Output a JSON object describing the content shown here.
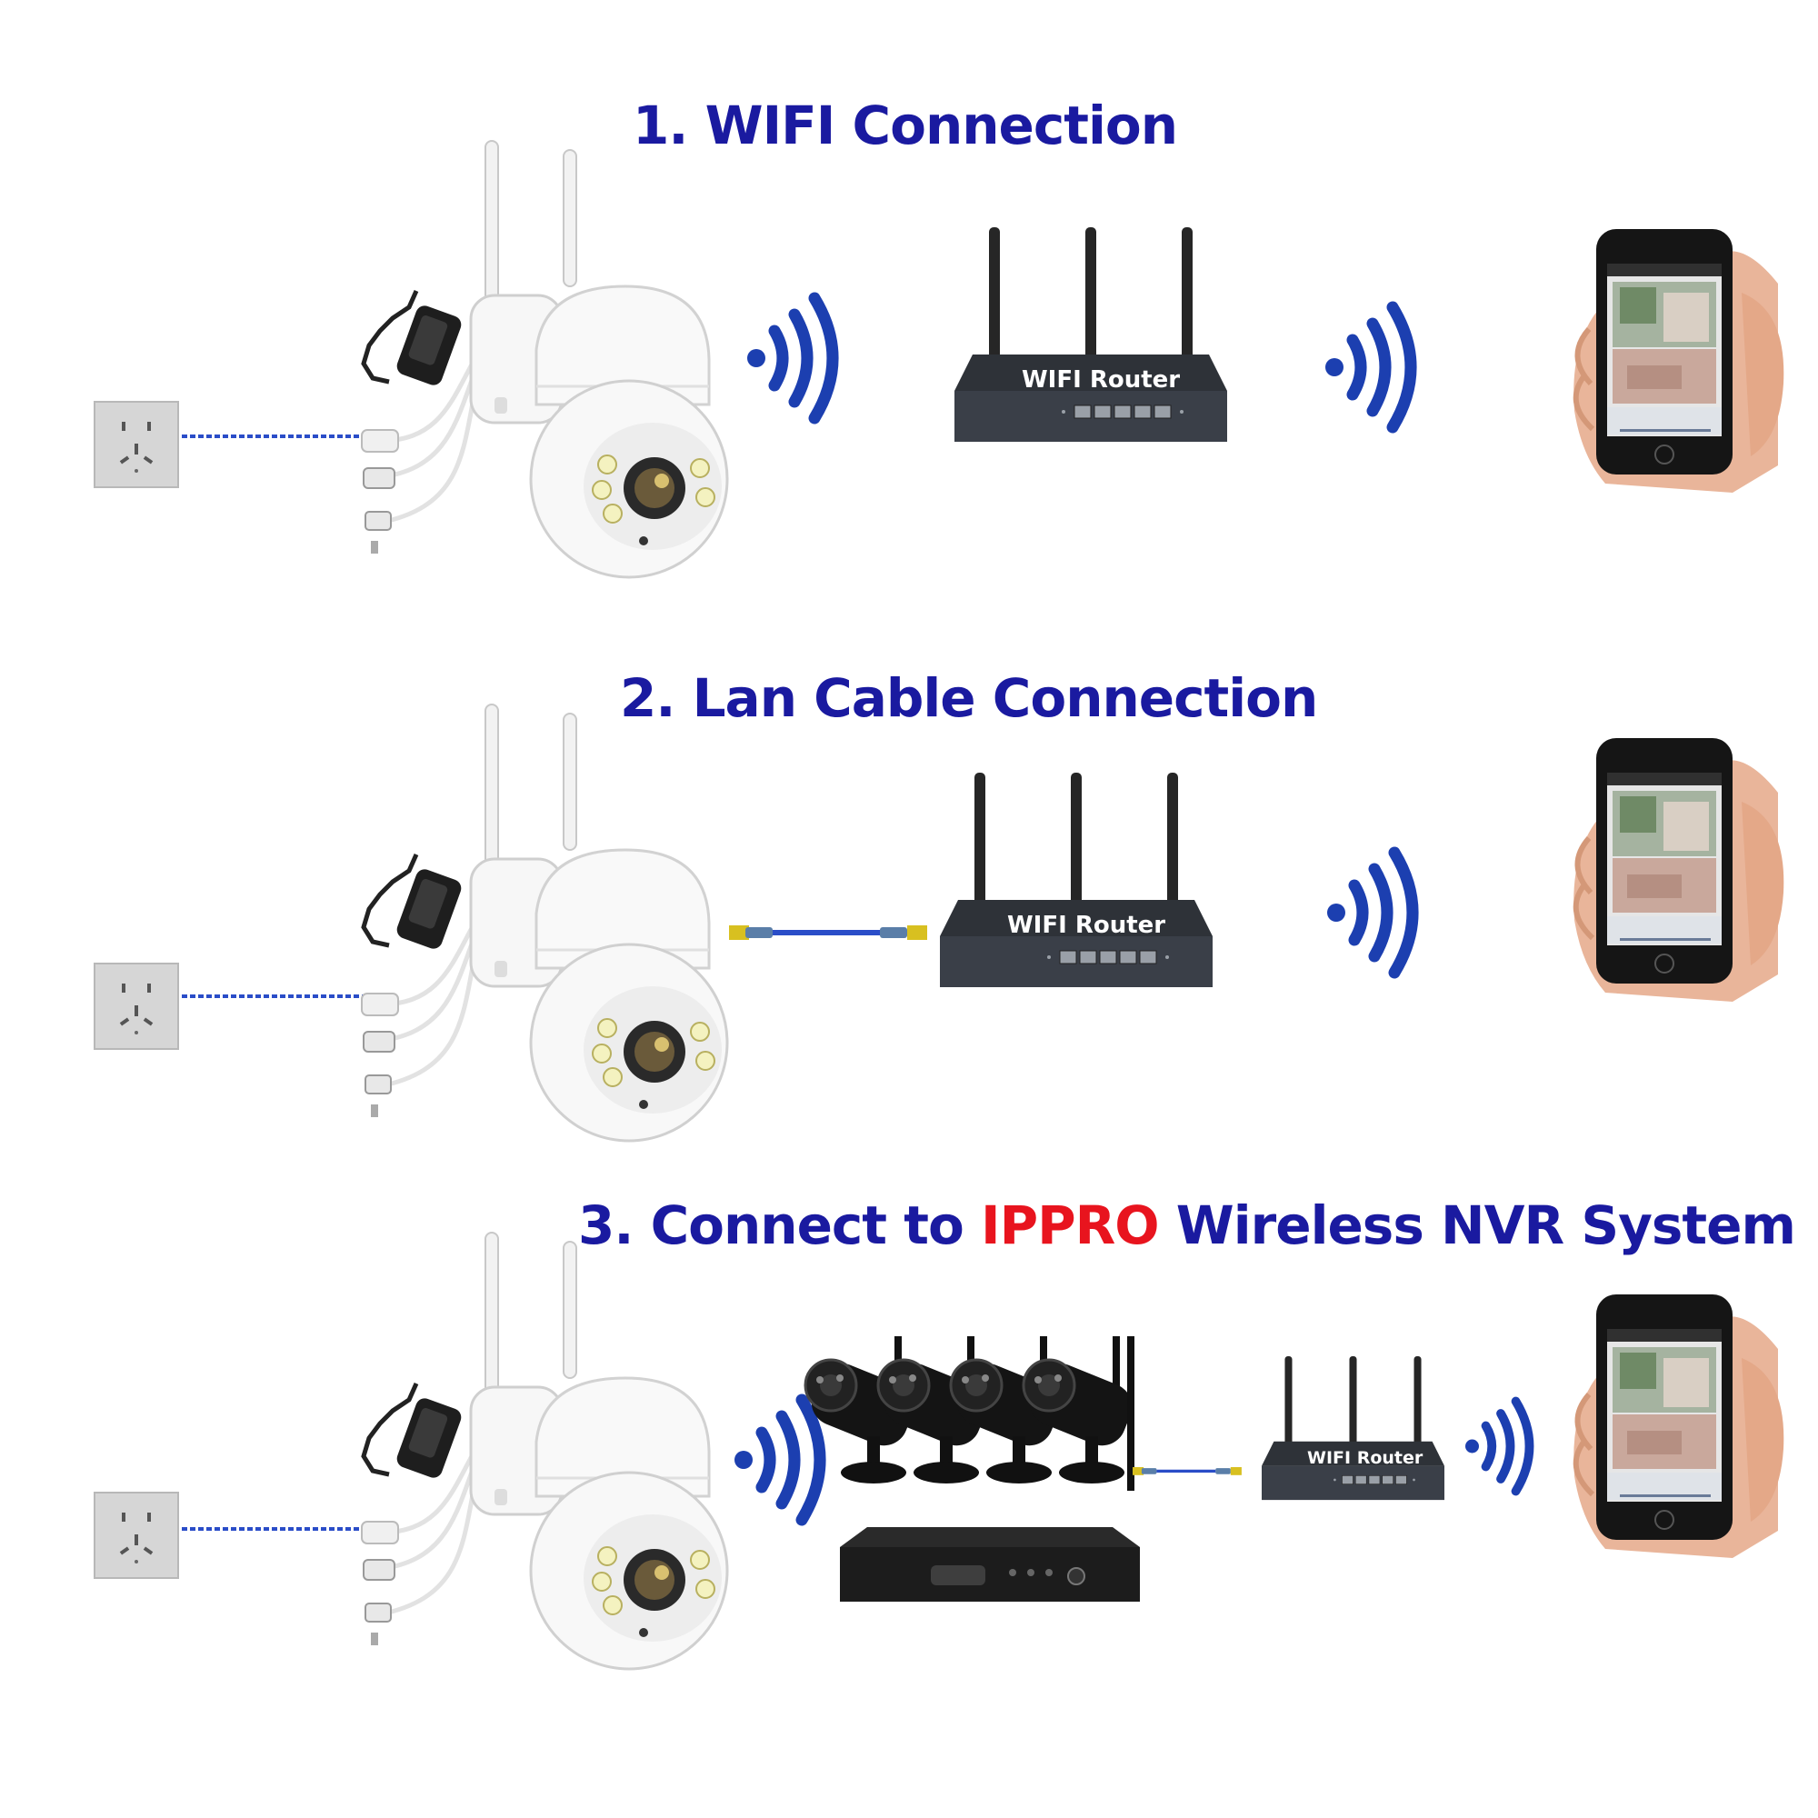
{
  "sections": [
    {
      "number": "1.",
      "title": "WIFI Connection"
    },
    {
      "number": "2.",
      "title": "Lan Cable Connection"
    },
    {
      "number": "3.",
      "title_prefix": "Connect to",
      "brand": "IPPRO",
      "title_suffix": "Wireless NVR System"
    }
  ],
  "router_label": "WIFI Router",
  "colors": {
    "heading": "#1a1aa0",
    "brand": "#e8141e",
    "signal": "#1c3fb0",
    "cable": "#2a4dc8",
    "router_body": "#3a3f48"
  },
  "icons": [
    "power-outlet-icon",
    "power-adapter-icon",
    "ptz-camera-icon",
    "wifi-signal-icon",
    "router-icon",
    "smartphone-icon",
    "lan-cable-icon",
    "bullet-camera-icon",
    "nvr-recorder-icon"
  ]
}
